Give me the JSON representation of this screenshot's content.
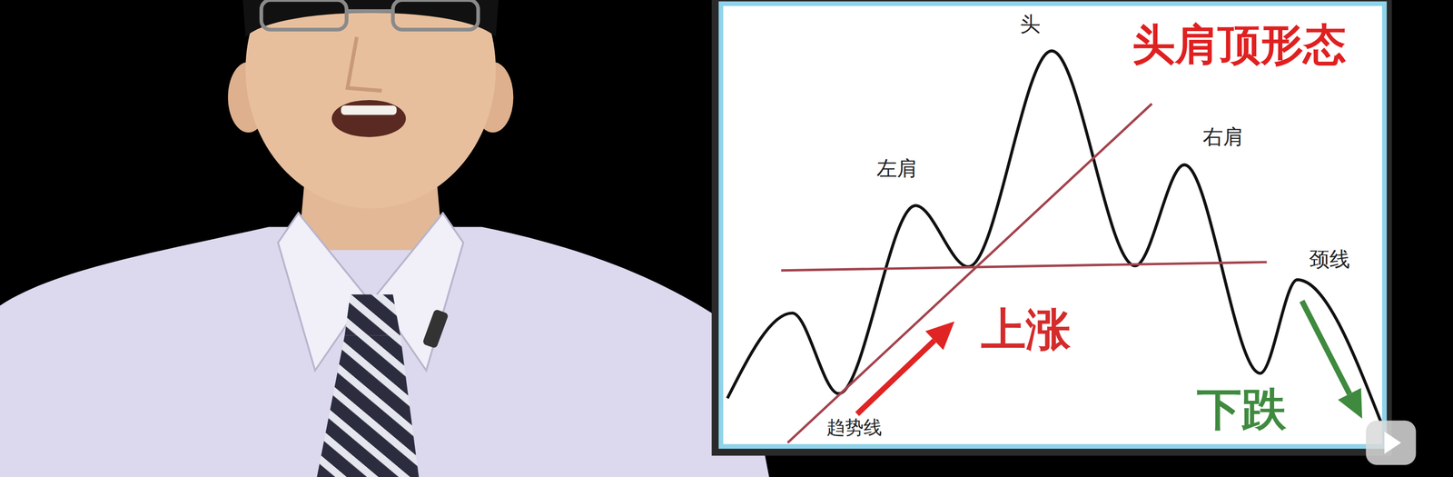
{
  "diagram": {
    "title": "头肩顶形态",
    "labels": [
      "头",
      "左肩",
      "右肩",
      "颈线",
      "上涨",
      "下跌",
      "趋势线"
    ]
  }
}
